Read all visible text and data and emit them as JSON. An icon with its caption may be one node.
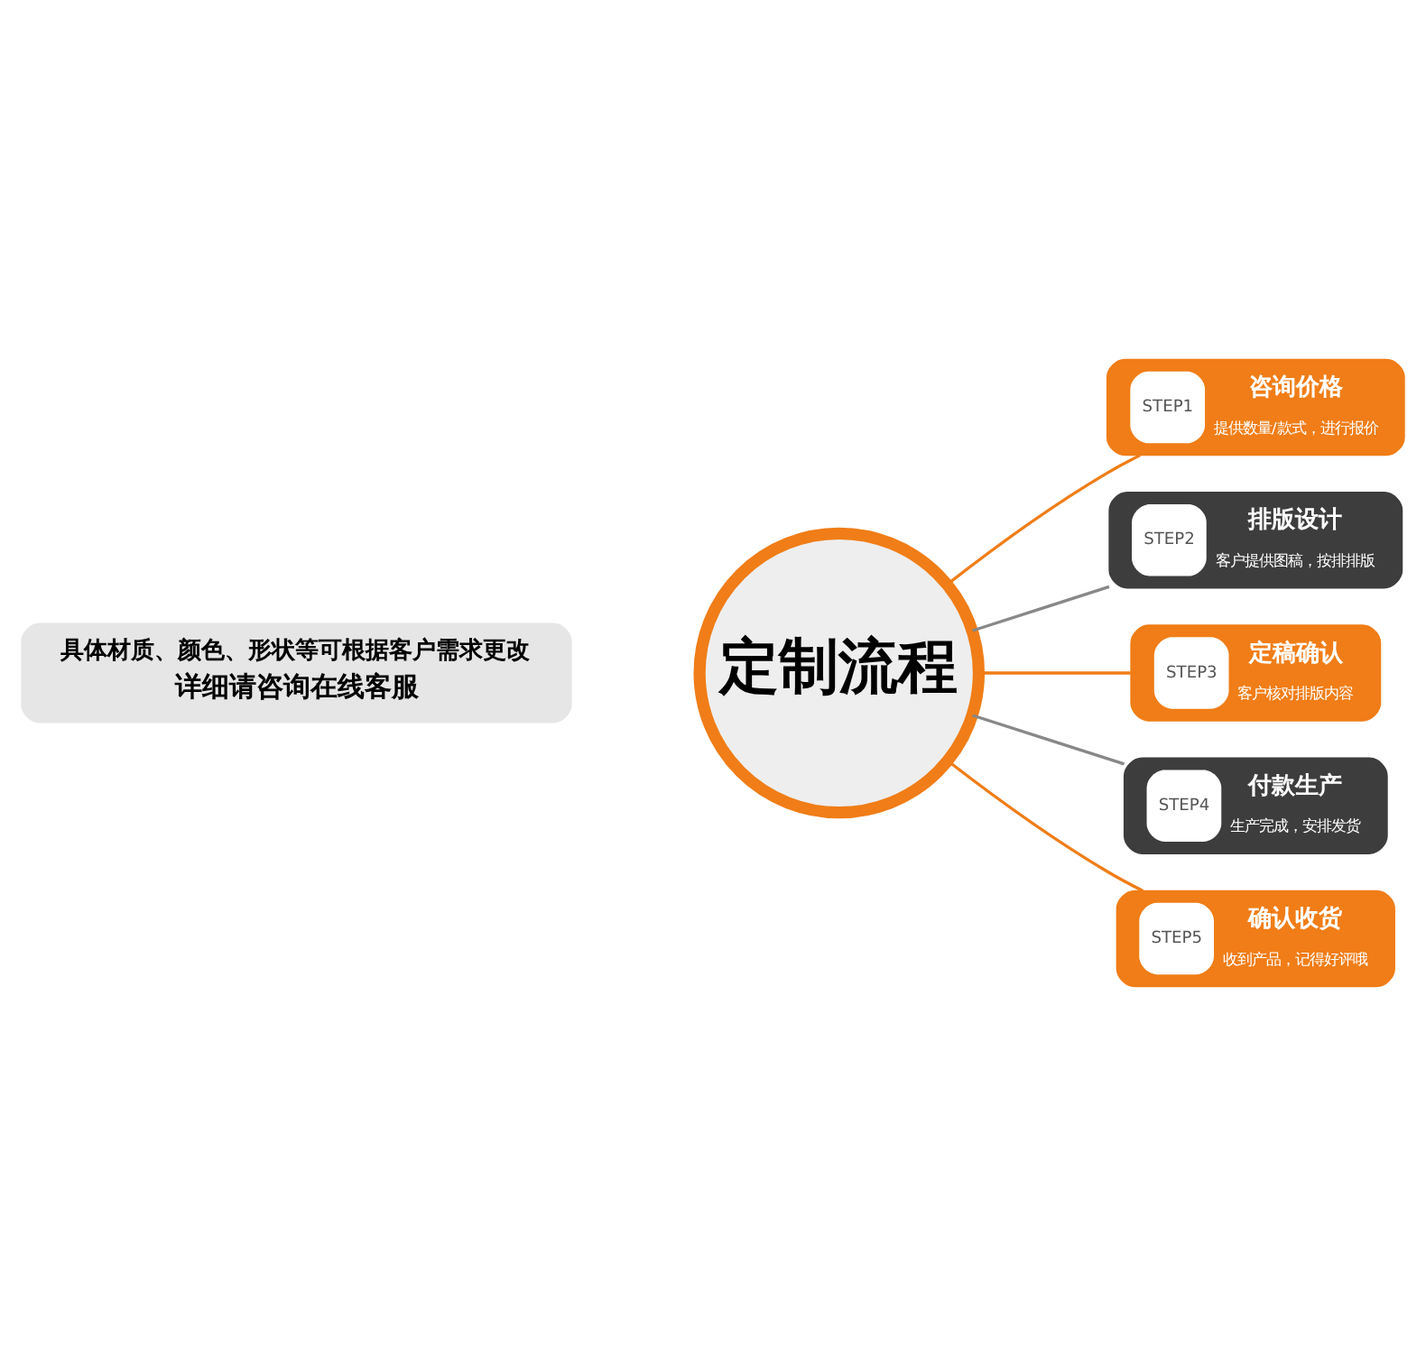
{
  "diagram": {
    "nodes": [
      {
        "text": [
          "具体材质、颜色、形状等可根据客户需求更改",
          "详细请咨询在线客服"
        ]
      },
      {
        "text": [
          "定制流程"
        ]
      },
      {
        "text": [
          "STEP1",
          "咨询价格",
          "提供数量/款式，进行报价"
        ]
      },
      {
        "text": [
          "STEP2",
          "排版设计",
          "客户提供图稿，按排排版"
        ]
      },
      {
        "text": [
          "STEP3",
          "定稿确认",
          "客户核对排版内容"
        ]
      },
      {
        "text": [
          "STEP4",
          "付款生产",
          "生产完成，安排发货"
        ]
      },
      {
        "text": [
          "STEP5",
          "确认收货",
          "收到产品，记得好评哦"
        ]
      }
    ],
    "edges": [
      {
        "from": 1,
        "to": 2,
        "arrow": "none"
      },
      {
        "from": 1,
        "to": 3,
        "arrow": "none",
        "color": "#888888"
      },
      {
        "from": 1,
        "to": 4,
        "arrow": "none"
      },
      {
        "from": 1,
        "to": 5,
        "arrow": "none",
        "color": "#888888"
      },
      {
        "from": 1,
        "to": 6,
        "arrow": "none"
      }
    ]
  }
}
